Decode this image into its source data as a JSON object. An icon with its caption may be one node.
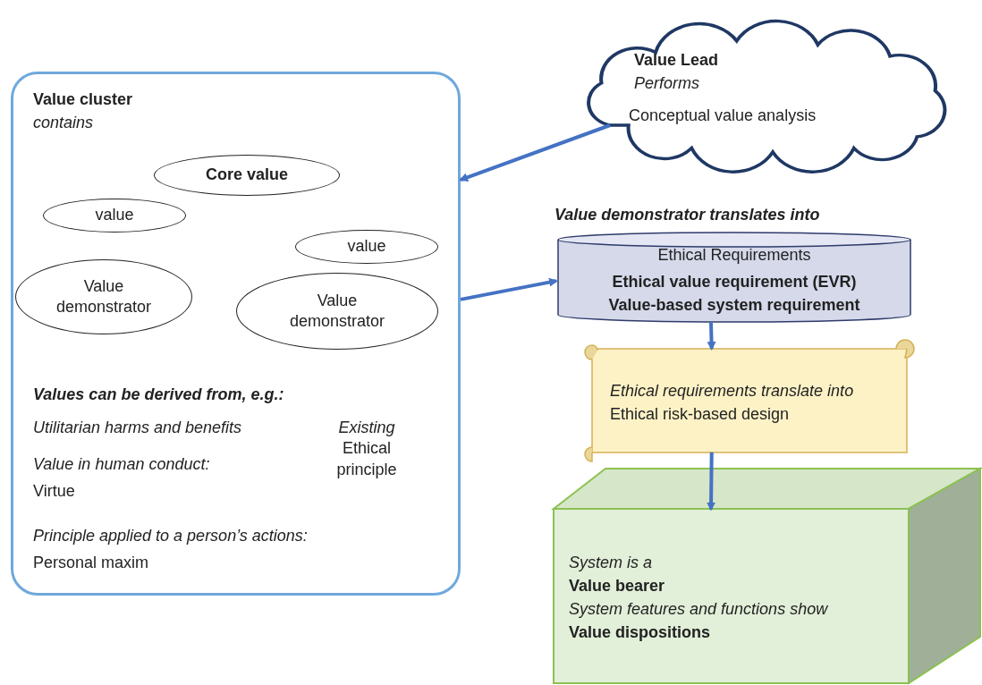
{
  "diagram": {
    "nodes": [
      {
        "text": [
          "Value Lead",
          "Performs",
          "Conceptual value analysis"
        ]
      },
      {
        "text": [
          "Value cluster",
          "contains",
          "Values can be derived from, e.g.:",
          "Utilitarian harms and benefits",
          "*Existing* Ethical principle",
          "Value in human conduct:",
          "Virtue",
          "Principle applied to a person’s actions:",
          "Personal maxim"
        ]
      },
      {
        "text": [
          "Core value"
        ],
        "in": 1
      },
      {
        "text": [
          "value"
        ],
        "in": 1
      },
      {
        "text": [
          "value"
        ],
        "in": 1
      },
      {
        "text": [
          "Value demonstrator"
        ],
        "in": 1
      },
      {
        "text": [
          "Value demonstrator"
        ],
        "in": 1
      },
      {
        "text": [
          "Ethical Requirements",
          "Ethical value requirement (EVR)",
          "Value-based system requirement"
        ]
      },
      {
        "text": [
          "Ethical requirements translate into",
          "Ethical risk-based design"
        ]
      },
      {
        "text": [
          "System is a",
          "Value bearer",
          "System features and functions show",
          "Value dispositions"
        ]
      }
    ],
    "edges": [
      {
        "from": 0,
        "to": 1,
        "arrow": "to"
      },
      {
        "from": 1,
        "to": 7,
        "arrow": "to"
      },
      {
        "from": 7,
        "to": 8,
        "arrow": "to"
      },
      {
        "from": 8,
        "to": 9,
        "arrow": "to"
      }
    ],
    "labels": [
      "Value demonstrator translates into"
    ]
  }
}
